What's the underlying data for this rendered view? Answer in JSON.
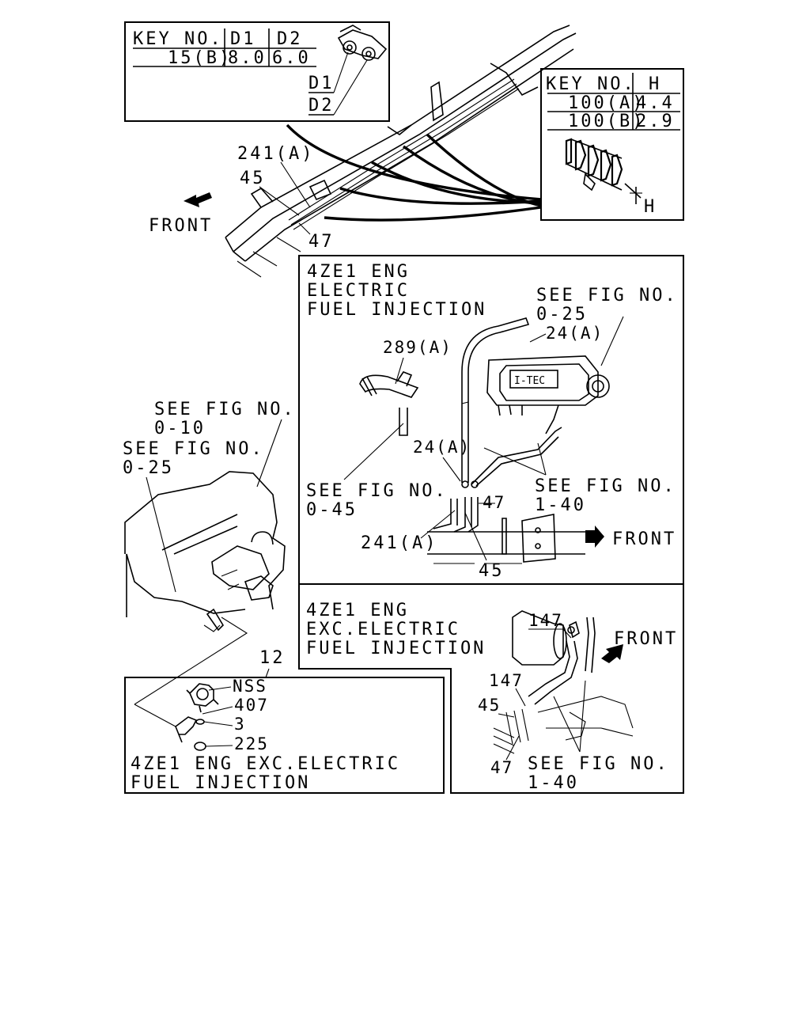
{
  "table_top_left": {
    "h_key": "KEY NO.",
    "h_d1": "D1",
    "h_d2": "D2",
    "row_key": "15(B)",
    "row_d1": "8.0",
    "row_d2": "6.0",
    "callout_d1": "D1",
    "callout_d2": "D2"
  },
  "table_top_right": {
    "h_key": "KEY NO.",
    "h_h": "H",
    "rows": [
      {
        "key": "100(A)",
        "h": "4.4"
      },
      {
        "key": "100(B)",
        "h": "2.9"
      }
    ],
    "callout_h": "H"
  },
  "main_view": {
    "front": "FRONT",
    "label_241a": "241(A)",
    "label_45": "45",
    "label_47": "47"
  },
  "panel_efi": {
    "title": [
      "4ZE1 ENG",
      "ELECTRIC",
      "FUEL INJECTION"
    ],
    "see_fig_025": [
      "SEE FIG NO.",
      "0-25"
    ],
    "label_24a_top": "24(A)",
    "label_289a": "289(A)",
    "label_24a_mid": "24(A)",
    "see_fig_045": [
      "SEE FIG NO.",
      "0-45"
    ],
    "see_fig_140": [
      "SEE FIG NO.",
      "1-40"
    ],
    "label_47": "47",
    "label_241a": "241(A)",
    "label_45": "45",
    "front": "FRONT",
    "itec": "I-TEC"
  },
  "engine_view": {
    "see_fig_010": [
      "SEE FIG NO.",
      "0-10"
    ],
    "see_fig_025": [
      "SEE FIG NO.",
      "0-25"
    ],
    "label_12": "12"
  },
  "panel_exc_right": {
    "title": [
      "4ZE1 ENG",
      "EXC.ELECTRIC",
      "FUEL INJECTION"
    ],
    "label_147_top": "147",
    "front": "FRONT",
    "label_147_mid": "147",
    "label_45": "45",
    "label_47": "47",
    "see_fig_140": [
      "SEE FIG NO.",
      "1-40"
    ]
  },
  "panel_exc_bottom": {
    "labels": [
      "NSS",
      "407",
      "3",
      "225"
    ],
    "title": [
      "4ZE1 ENG EXC.ELECTRIC",
      "FUEL INJECTION"
    ]
  }
}
